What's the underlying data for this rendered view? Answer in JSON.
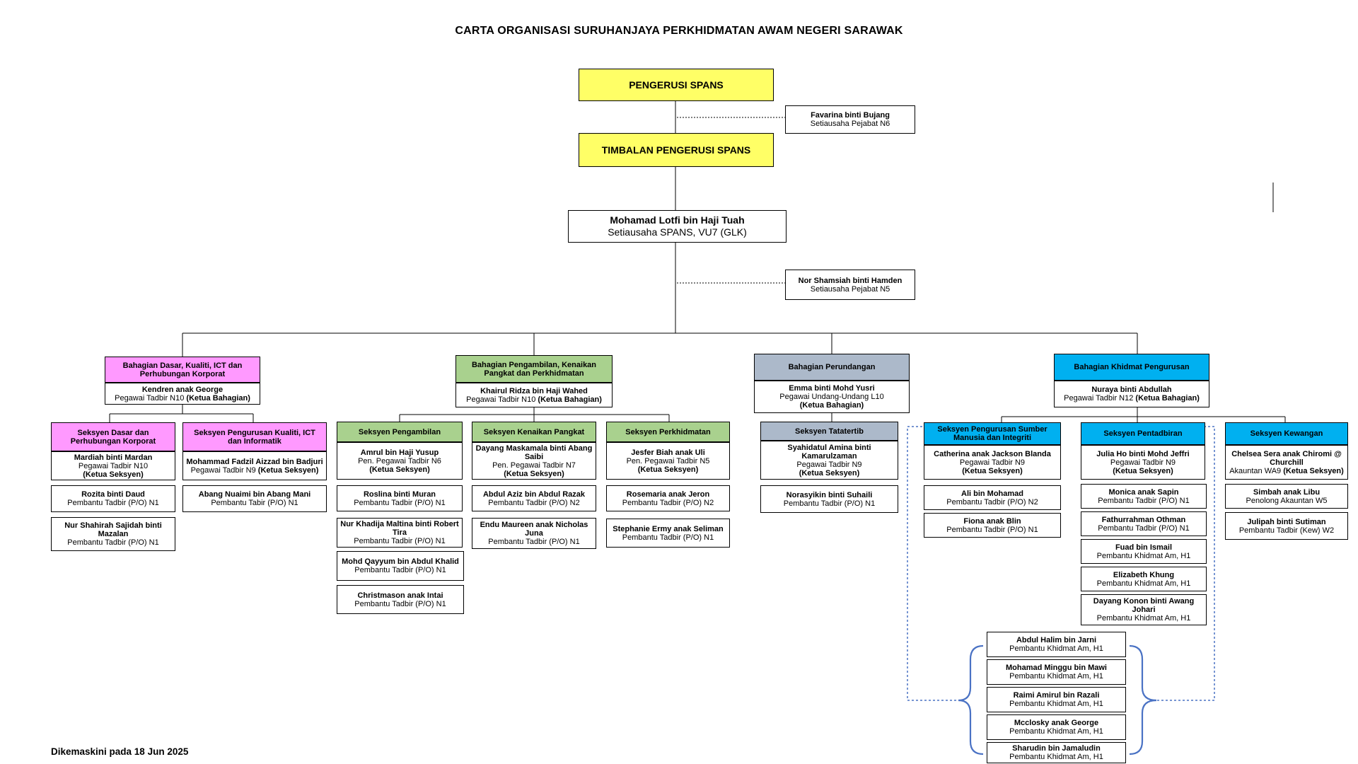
{
  "title": "CARTA ORGANISASI SURUHANJAYA PERKHIDMATAN AWAM NEGERI SARAWAK",
  "updated": "Dikemaskini pada 18 Jun 2025",
  "chairman": "PENGERUSI SPANS",
  "deputy": "TIMBALAN PENGERUSI SPANS",
  "secretary_chair": {
    "name": "Favarina binti Bujang",
    "pos": "Setiausaha Pejabat N6"
  },
  "secretary_main": {
    "name": "Mohamad Lotfi bin Haji Tuah",
    "pos": "Setiausaha SPANS, VU7 (GLK)"
  },
  "secretary_sec": {
    "name": "Nor Shamsiah binti Hamden",
    "pos": "Setiausaha Pejabat N5"
  },
  "divisions": [
    {
      "title": "Bahagian Dasar, Kualiti, ICT dan Perhubungan Korporat",
      "head": {
        "name": "Kendren anak George",
        "pos": "Pegawai Tadbir N10",
        "role": "(Ketua Bahagian)"
      },
      "sections": [
        {
          "title": "Seksyen Dasar dan Perhubungan Korporat",
          "head": {
            "name": "Mardiah binti Mardan",
            "pos": "Pegawai Tadbir N10",
            "role": "(Ketua Seksyen)"
          },
          "staff": [
            {
              "name": "Rozita binti Daud",
              "pos": "Pembantu Tadbir (P/O) N1"
            },
            {
              "name": "Nur Shahirah Sajidah binti Mazalan",
              "pos": "Pembantu Tadbir (P/O) N1"
            }
          ]
        },
        {
          "title": "Seksyen Pengurusan Kualiti, ICT dan Informatik",
          "head": {
            "name": "Mohammad Fadzil Aizzad bin Badjuri",
            "pos": "Pegawai Tadbir N9",
            "role": "(Ketua Seksyen)"
          },
          "staff": [
            {
              "name": "Abang Nuaimi bin Abang Mani",
              "pos": "Pembantu Tabir (P/O) N1"
            }
          ]
        }
      ]
    },
    {
      "title": "Bahagian Pengambilan, Kenaikan Pangkat dan Perkhidmatan",
      "head": {
        "name": "Khairul Ridza bin Haji Wahed",
        "pos": "Pegawai Tadbir N10",
        "role": "(Ketua Bahagian)"
      },
      "sections": [
        {
          "title": "Seksyen Pengambilan",
          "head": {
            "name": "Amrul bin Haji Yusup",
            "pos": "Pen. Pegawai Tadbir N6",
            "role": "(Ketua Seksyen)"
          },
          "staff": [
            {
              "name": "Roslina binti Muran",
              "pos": "Pembantu Tadbir (P/O) N1"
            },
            {
              "name": "Nur Khadija Maltina binti Robert Tira",
              "pos": "Pembantu Tadbir (P/O) N1"
            },
            {
              "name": "Mohd Qayyum bin Abdul Khalid",
              "pos": "Pembantu Tadbir (P/O) N1"
            },
            {
              "name": "Christmason anak Intai",
              "pos": "Pembantu Tadbir (P/O) N1"
            }
          ]
        },
        {
          "title": "Seksyen Kenaikan Pangkat",
          "head": {
            "name": "Dayang Maskamala binti Abang Saibi",
            "pos": "Pen. Pegawai Tadbir N7",
            "role": "(Ketua Seksyen)"
          },
          "staff": [
            {
              "name": "Abdul Aziz bin Abdul Razak",
              "pos": "Pembantu Tadbir (P/O) N2"
            },
            {
              "name": "Endu Maureen anak Nicholas Juna",
              "pos": "Pembantu Tadbir (P/O) N1"
            }
          ]
        },
        {
          "title": "Seksyen Perkhidmatan",
          "head": {
            "name": "Jesfer Biah anak Uli",
            "pos": "Pen. Pegawai Tadbir N5",
            "role": "(Ketua Seksyen)"
          },
          "staff": [
            {
              "name": "Rosemaria anak Jeron",
              "pos": "Pembantu Tadbir (P/O) N2"
            },
            {
              "name": "Stephanie Ermy anak Seliman",
              "pos": "Pembantu Tadbir (P/O) N1"
            }
          ]
        }
      ]
    },
    {
      "title": "Bahagian Perundangan",
      "head": {
        "name": "Emma binti Mohd Yusri",
        "pos": "Pegawai Undang-Undang L10",
        "role": "(Ketua Bahagian)"
      },
      "sections": [
        {
          "title": "Seksyen Tatatertib",
          "head": {
            "name": "Syahidatul Amina binti Kamarulzaman",
            "pos": "Pegawai Tadbir N9",
            "role": "(Ketua Seksyen)"
          },
          "staff": [
            {
              "name": "Norasyikin binti Suhaili",
              "pos": "Pembantu Tadbir (P/O) N1"
            }
          ]
        }
      ]
    },
    {
      "title": "Bahagian Khidmat Pengurusan",
      "head": {
        "name": "Nuraya binti Abdullah",
        "pos": "Pegawai Tadbir N12",
        "role": "(Ketua Bahagian)"
      },
      "sections": [
        {
          "title": "Seksyen Pengurusan Sumber Manusia dan Integriti",
          "head": {
            "name": "Catherina anak Jackson Blanda",
            "pos": "Pegawai Tadbir N9",
            "role": "(Ketua Seksyen)"
          },
          "staff": [
            {
              "name": "Ali bin Mohamad",
              "pos": "Pembantu Tadbir (P/O) N2"
            },
            {
              "name": "Fiona anak Blin",
              "pos": "Pembantu Tadbir (P/O) N1"
            }
          ]
        },
        {
          "title": "Seksyen Pentadbiran",
          "head": {
            "name": "Julia Ho binti Mohd Jeffri",
            "pos": "Pegawai Tadbir N9",
            "role": "(Ketua Seksyen)"
          },
          "staff": [
            {
              "name": "Monica anak Sapin",
              "pos": "Pembantu Tadbir (P/O) N1"
            },
            {
              "name": "Fathurrahman Othman",
              "pos": "Pembantu Tadbir (P/O) N1"
            },
            {
              "name": "Fuad bin Ismail",
              "pos": "Pembantu Khidmat Am, H1"
            },
            {
              "name": "Elizabeth Khung",
              "pos": "Pembantu Khidmat Am, H1"
            },
            {
              "name": "Dayang Konon binti Awang Johari",
              "pos": "Pembantu Khidmat Am, H1"
            }
          ]
        },
        {
          "title": "Seksyen Kewangan",
          "head": {
            "name": "Chelsea Sera anak Chiromi @ Churchill",
            "pos": "Akauntan WA9",
            "role": "(Ketua Seksyen)"
          },
          "staff": [
            {
              "name": "Simbah anak Libu",
              "pos": "Penolong Akauntan W5"
            },
            {
              "name": "Julipah binti Sutiman",
              "pos": "Pembantu Tadbir (Kew) W2"
            }
          ]
        }
      ]
    }
  ],
  "shared_staff": [
    {
      "name": "Abdul Halim bin Jarni",
      "pos": "Pembantu Khidmat Am, H1"
    },
    {
      "name": "Mohamad Minggu bin Mawi",
      "pos": "Pembantu Khidmat Am, H1"
    },
    {
      "name": "Raimi Amirul bin Razali",
      "pos": "Pembantu Khidmat Am, H1"
    },
    {
      "name": "Mcclosky anak George",
      "pos": "Pembantu Khidmat Am, H1"
    },
    {
      "name": "Sharudin bin Jamaludin",
      "pos": "Pembantu Khidmat Am, H1"
    }
  ]
}
